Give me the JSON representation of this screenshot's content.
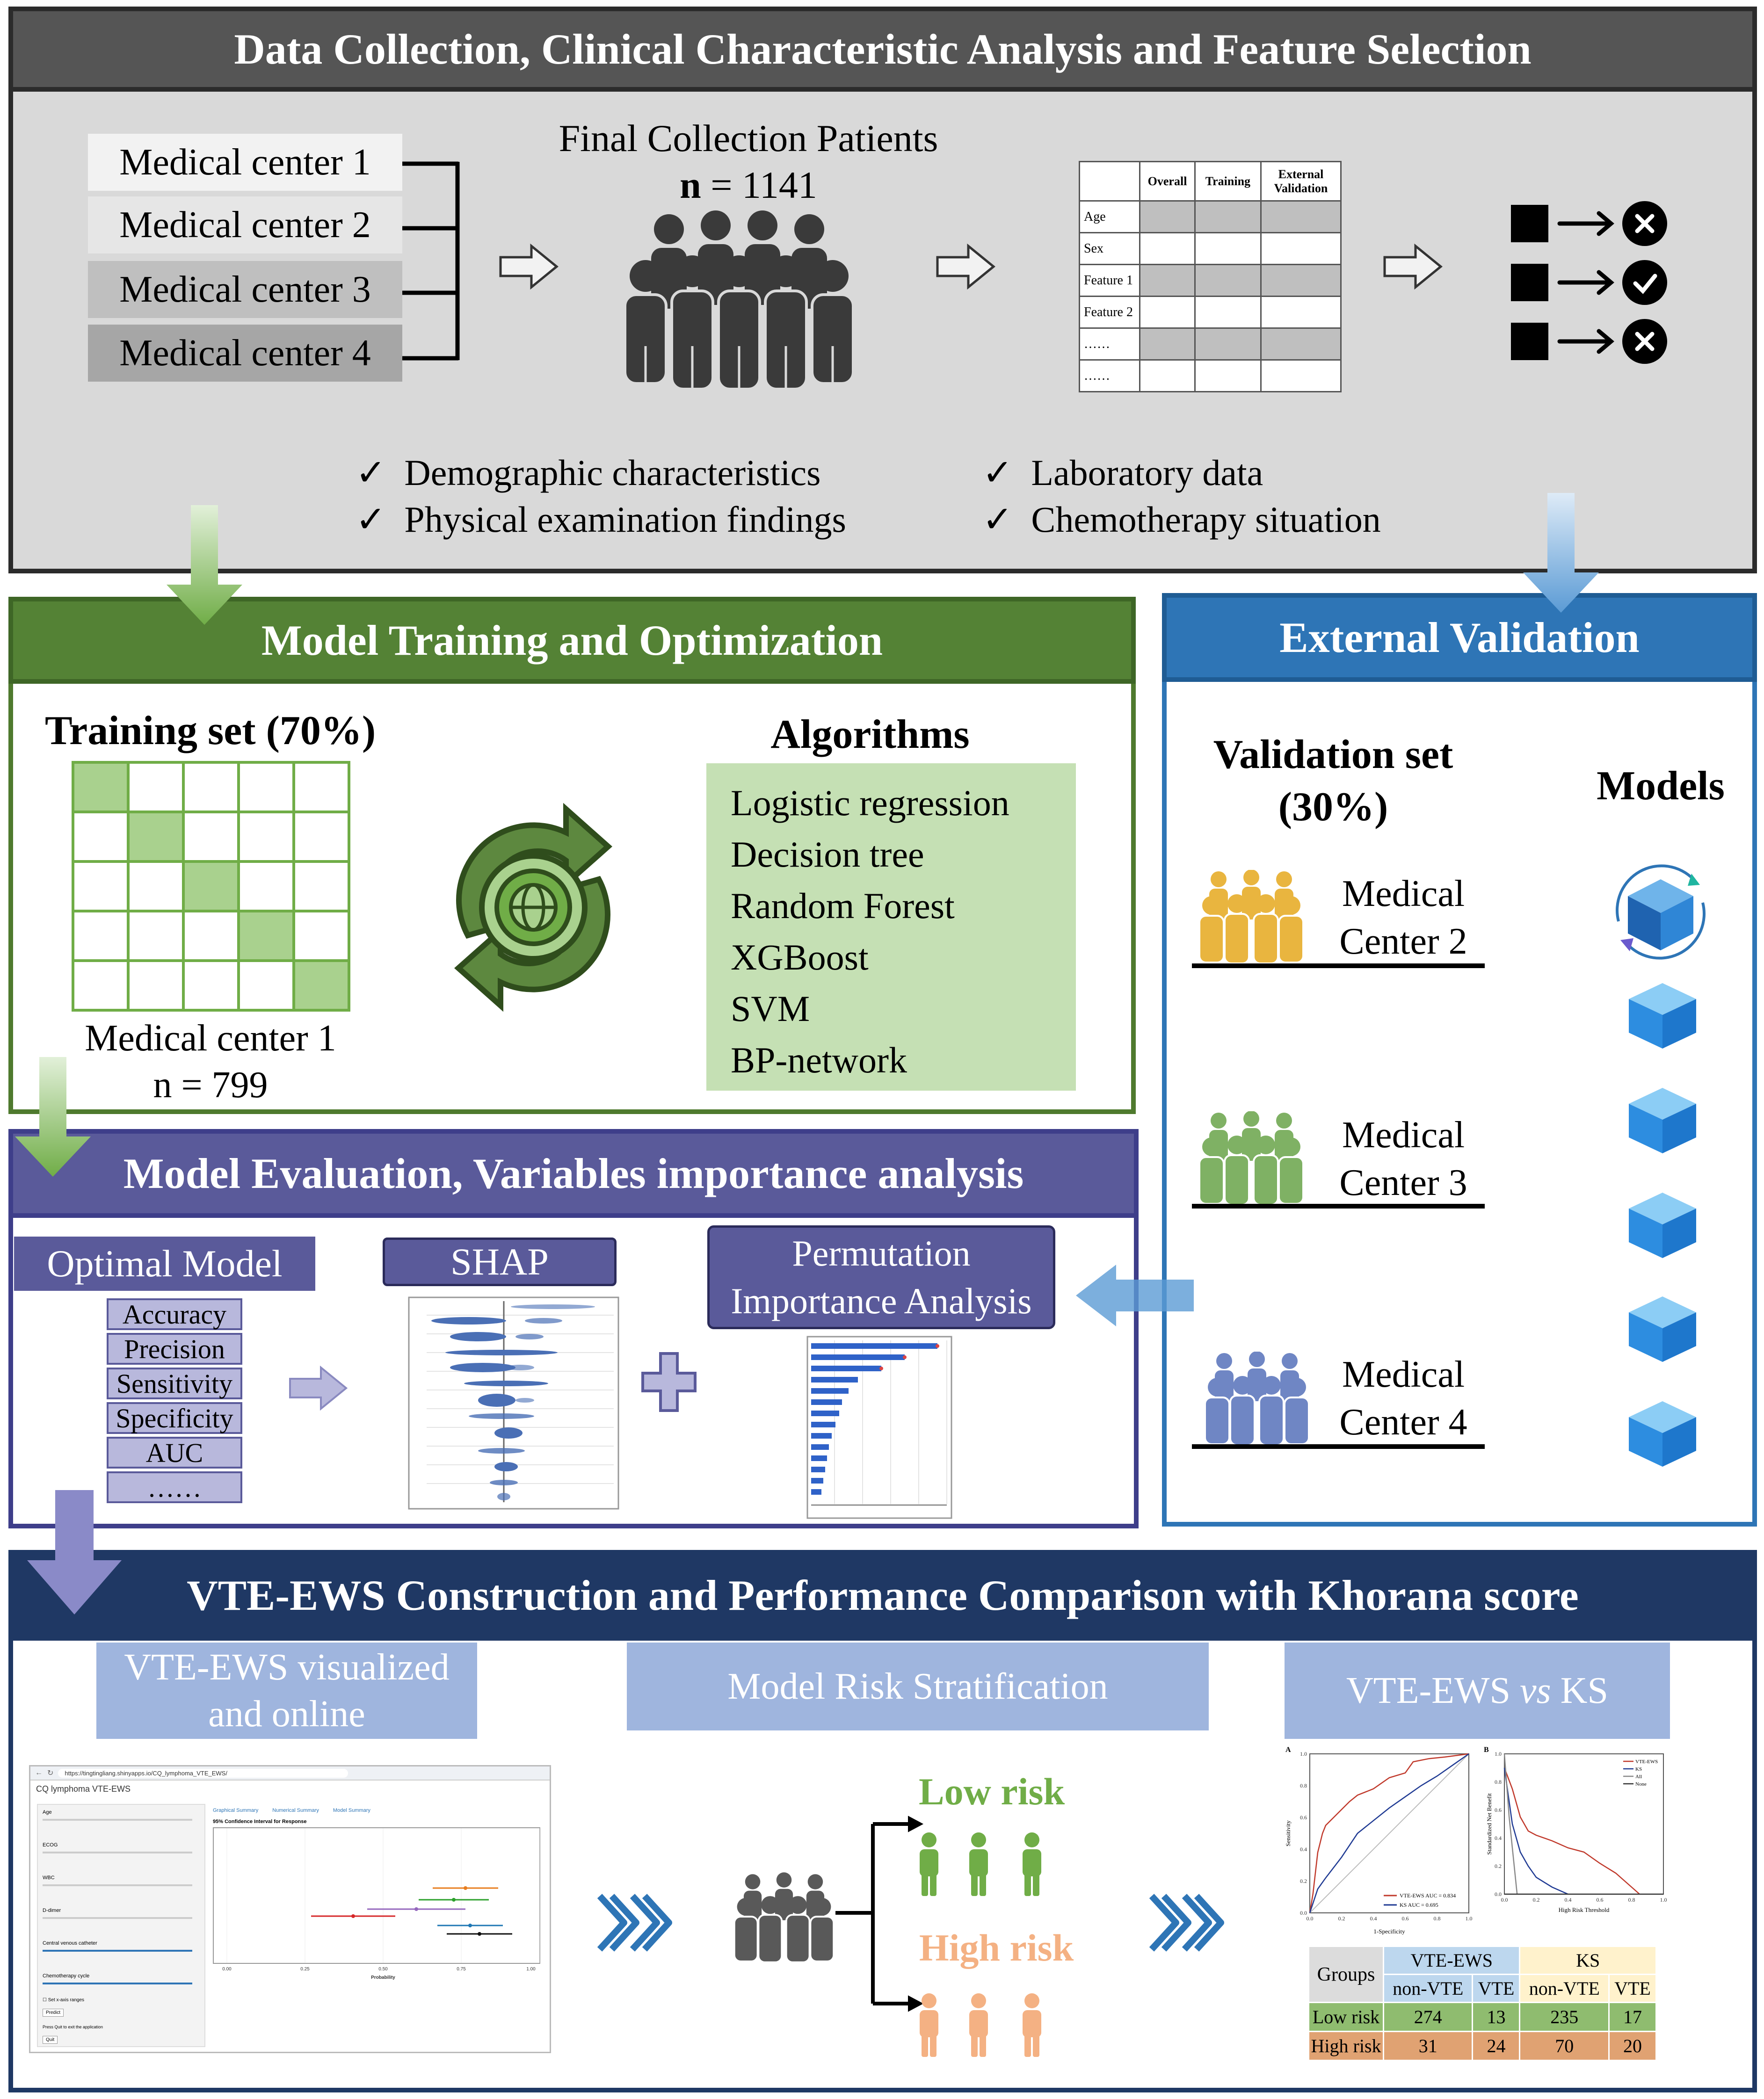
{
  "section1": {
    "title": "Data Collection, Clinical Characteristic Analysis and Feature Selection",
    "centers": [
      "Medical center 1",
      "Medical center 2",
      "Medical center 3",
      "Medical center 4"
    ],
    "patients_title": "Final Collection Patients",
    "patients_n_label": "n",
    "patients_n_value": "= 1141",
    "table": {
      "headers": [
        "Overall",
        "Training",
        "External Validation"
      ],
      "rows": [
        "Age",
        "Sex",
        "Feature 1",
        "Feature 2",
        "……",
        "……"
      ]
    },
    "checklist": [
      "Demographic characteristics",
      "Physical examination findings",
      "Laboratory data",
      "Chemotherapy situation"
    ]
  },
  "section2": {
    "title": "Model Training and Optimization",
    "training_label": "Training set (70%)",
    "center_label": "Medical center 1",
    "n_label": "n = 799",
    "algorithms_title": "Algorithms",
    "algorithms": [
      "Logistic regression",
      "Decision tree",
      "Random Forest",
      "XGBoost",
      "SVM",
      "BP-network"
    ]
  },
  "section3": {
    "title": "External Validation",
    "validation_label_1": "Validation set",
    "validation_label_2": "(30%)",
    "models_label": "Models",
    "centers": [
      {
        "line1": "Medical",
        "line2": "Center 2",
        "color": "#e9b53f"
      },
      {
        "line1": "Medical",
        "line2": "Center 3",
        "color": "#7fb164"
      },
      {
        "line1": "Medical",
        "line2": "Center 4",
        "color": "#6f86c4"
      }
    ]
  },
  "section4": {
    "title": "Model Evaluation, Variables importance analysis",
    "optimal_model": "Optimal Model",
    "metrics": [
      "Accuracy",
      "Precision",
      "Sensitivity",
      "Specificity",
      "AUC",
      "……"
    ],
    "shap": "SHAP",
    "permutation_line1": "Permutation",
    "permutation_line2": "Importance Analysis"
  },
  "section5": {
    "title": "VTE-EWS Construction and Performance Comparison with Khorana score",
    "visualized_line1": "VTE-EWS visualized",
    "visualized_line2": "and online",
    "stratification": "Model Risk Stratification",
    "vs_prefix": "VTE-EWS ",
    "vs_word": "vs",
    "vs_suffix": " KS",
    "low_risk": "Low risk",
    "high_risk": "High risk",
    "app": {
      "url": "https://tingtingliang.shinyapps.io/CQ_lymphoma_VTE_EWS/",
      "title": "CQ lymphoma VTE-EWS",
      "tabs": [
        "Graphical Summary",
        "Numerical Summary",
        "Model Summary"
      ],
      "chart_title": "95% Confidence Interval for Response",
      "x_label": "Probability",
      "ticks": [
        "0.00",
        "0.25",
        "0.50",
        "0.75",
        "1.00"
      ],
      "fields": [
        "Age",
        "ECOG",
        "WBC",
        "D-dimer",
        "Central venous catheter",
        "Chemotherapy cycle"
      ],
      "set_x_axis": "Set x-axis ranges",
      "predict": "Predict",
      "quit_note": "Press Quit to exit the application",
      "quit": "Quit"
    },
    "roc_panel": {
      "label_a": "A",
      "label_b": "B",
      "ylabel": "Sensitivity",
      "xlabel": "1-Specificity",
      "legend": [
        "VTE-EWS  AUC = 0.834",
        "KS  AUC = 0.695"
      ],
      "dca_ylabel": "Standardized Net Benefit",
      "dca_xlabel": "High Risk Threshold",
      "dca_legend": [
        "VTE-EWS",
        "KS",
        "All",
        "None"
      ]
    },
    "groups_table": {
      "groups_label": "Groups",
      "vte_ews": "VTE-EWS",
      "ks": "KS",
      "cols": [
        "non-VTE",
        "VTE",
        "non-VTE",
        "VTE"
      ],
      "rows": [
        {
          "label": "Low risk",
          "values": [
            "274",
            "13",
            "235",
            "17"
          ]
        },
        {
          "label": "High risk",
          "values": [
            "31",
            "24",
            "70",
            "20"
          ]
        }
      ]
    }
  },
  "chart_data": [
    {
      "type": "line",
      "title": "",
      "xlabel": "1-Specificity",
      "ylabel": "Sensitivity",
      "xlim": [
        0,
        1
      ],
      "ylim": [
        0,
        1
      ],
      "series": [
        {
          "name": "VTE-EWS",
          "x": [
            0,
            0.02,
            0.05,
            0.08,
            0.1,
            0.15,
            0.2,
            0.25,
            0.3,
            0.4,
            0.5,
            0.6,
            0.65,
            0.75,
            0.85,
            1.0
          ],
          "y": [
            0,
            0.12,
            0.38,
            0.5,
            0.55,
            0.6,
            0.65,
            0.7,
            0.74,
            0.78,
            0.85,
            0.88,
            0.95,
            0.97,
            0.98,
            1.0
          ]
        },
        {
          "name": "KS",
          "x": [
            0,
            0.05,
            0.1,
            0.2,
            0.3,
            0.4,
            0.5,
            0.6,
            0.7,
            0.8,
            0.9,
            1.0
          ],
          "y": [
            0,
            0.15,
            0.22,
            0.35,
            0.5,
            0.58,
            0.66,
            0.73,
            0.8,
            0.86,
            0.93,
            1.0
          ]
        }
      ]
    },
    {
      "type": "line",
      "title": "",
      "xlabel": "High Risk Threshold",
      "ylabel": "Standardized Net Benefit",
      "xlim": [
        0,
        1
      ],
      "ylim": [
        0,
        1
      ],
      "series": [
        {
          "name": "VTE-EWS",
          "x": [
            0,
            0.05,
            0.1,
            0.15,
            0.2,
            0.3,
            0.4,
            0.5,
            0.6,
            0.7,
            0.8,
            0.85
          ],
          "y": [
            0.9,
            0.75,
            0.55,
            0.45,
            0.42,
            0.38,
            0.33,
            0.3,
            0.22,
            0.15,
            0.05,
            0
          ]
        },
        {
          "name": "KS",
          "x": [
            0,
            0.05,
            0.1,
            0.15,
            0.2,
            0.3,
            0.4
          ],
          "y": [
            0.9,
            0.5,
            0.3,
            0.2,
            0.12,
            0.05,
            0
          ]
        },
        {
          "name": "All",
          "x": [
            0,
            0.03,
            0.08
          ],
          "y": [
            1.0,
            0.55,
            0
          ]
        },
        {
          "name": "None",
          "x": [
            0,
            1
          ],
          "y": [
            0,
            0
          ]
        }
      ]
    }
  ]
}
